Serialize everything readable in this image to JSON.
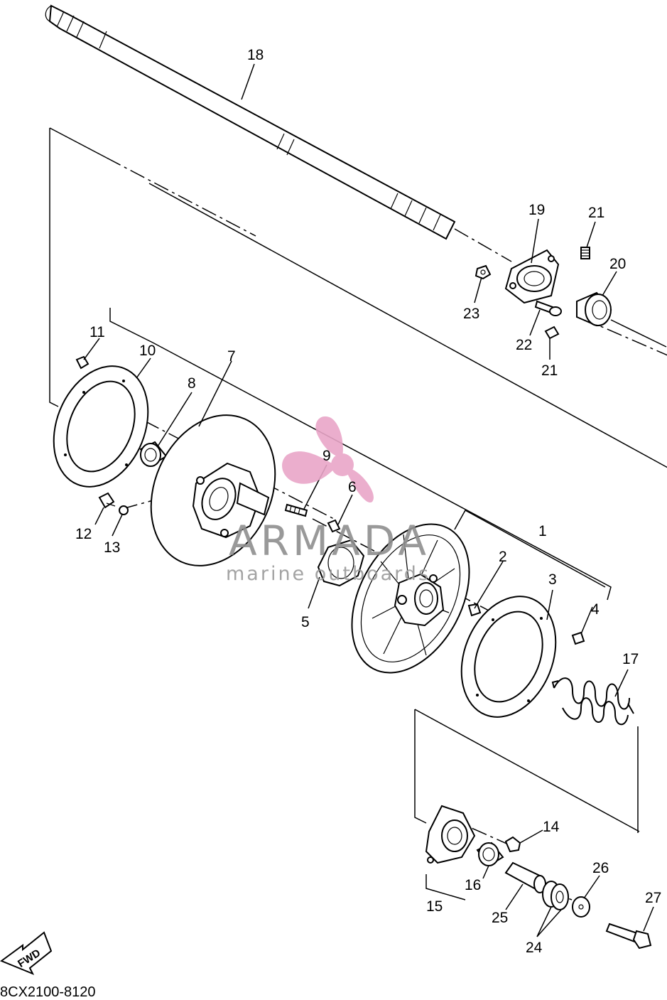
{
  "diagram": {
    "part_labels": [
      "1",
      "2",
      "3",
      "4",
      "5",
      "6",
      "7",
      "8",
      "9",
      "10",
      "11",
      "12",
      "13",
      "14",
      "15",
      "16",
      "17",
      "18",
      "19",
      "20",
      "21",
      "21",
      "22",
      "23",
      "24",
      "25",
      "26",
      "27"
    ],
    "diagram_code": "8CX2100-8120",
    "fwd_label": "FWD"
  },
  "watermark": {
    "brand": "ARMADA",
    "tagline": "marine outboards",
    "accent_color": "#e9a6c8"
  }
}
